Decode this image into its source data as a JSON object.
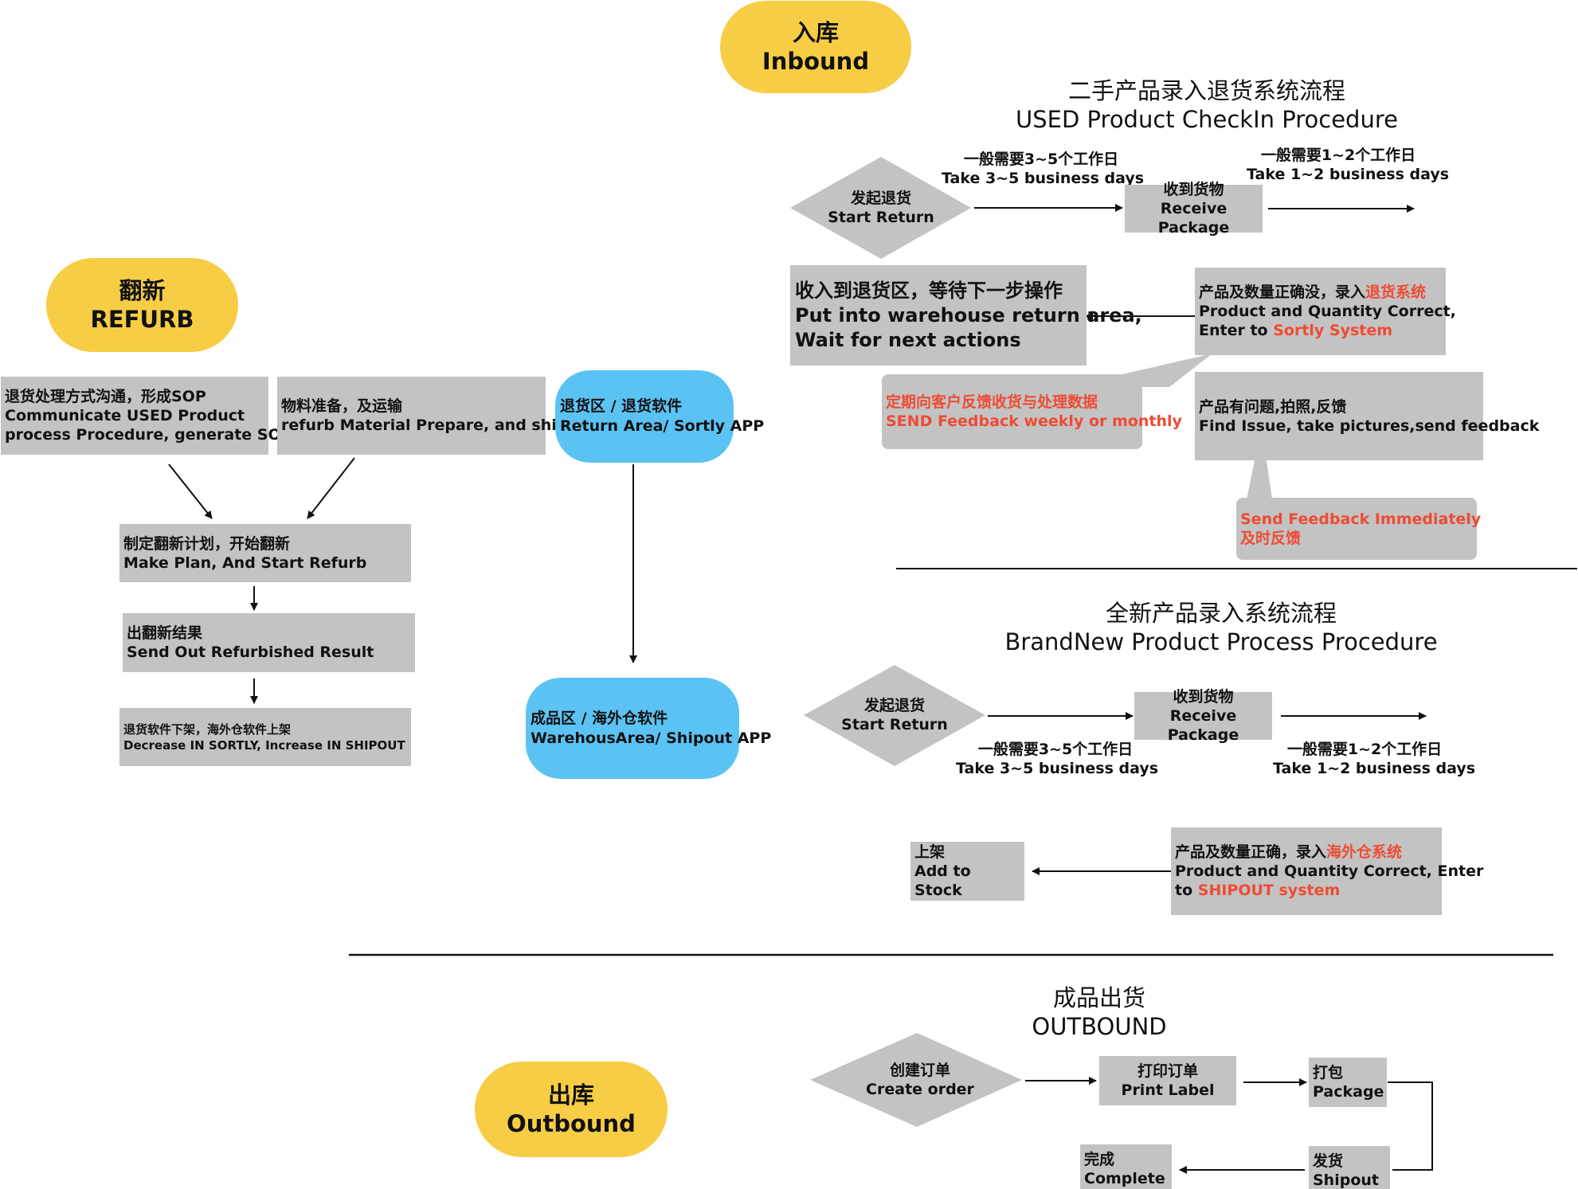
{
  "sections": {
    "inbound": {
      "zh": "入库",
      "en": "Inbound"
    },
    "refurb": {
      "zh": "翻新",
      "en": "REFURB"
    },
    "outbound": {
      "zh": "出库",
      "en": "Outbound"
    }
  },
  "used_flow": {
    "title_zh": "二手产品录入退货系统流程",
    "title_en": "USED Product CheckIn Procedure",
    "start_zh": "发起退货",
    "start_en": "Start  Return",
    "receive_zh": "收到货物",
    "receive_en": "Receive Package",
    "time1_zh": "一般需要3~5个工作日",
    "time1_en": "Take 3~5 business days",
    "time2_zh": "一般需要1~2个工作日",
    "time2_en": "Take 1~2 business days",
    "correct_zh_prefix": "产品及数量正确没，录入",
    "correct_zh_red": "退货系统",
    "correct_en_line1": "Product  and Quantity Correct,",
    "correct_en_prefix": "Enter to ",
    "correct_en_red": "Sortly System",
    "warehouse_zh": "收入到退货区，等待下一步操作",
    "warehouse_en1": "Put into warehouse return area,",
    "warehouse_en2": "Wait for next actions",
    "feedback_periodic_zh": "定期向客户反馈收货与处理数据",
    "feedback_periodic_en": "SEND Feedback weekly or monthly",
    "issue_zh": "产品有问题,拍照,反馈",
    "issue_en": "Find Issue, take pictures,send feedback",
    "feedback_immediate_en": "Send Feedback Immediately",
    "feedback_immediate_zh": "及时反馈"
  },
  "new_flow": {
    "title_zh": "全新产品录入系统流程",
    "title_en": "BrandNew Product Process Procedure",
    "start_zh": "发起退货",
    "start_en": "Start  Return",
    "receive_zh": "收到货物",
    "receive_en": "Receive Package",
    "time1_zh": "一般需要3~5个工作日",
    "time1_en": "Take 3~5 business days",
    "time2_zh": "一般需要1~2个工作日",
    "time2_en": "Take 1~2 business days",
    "correct_zh_prefix": "产品及数量正确，录入",
    "correct_zh_red": "海外仓系统",
    "correct_en_line1": "Product  and Quantity Correct, Enter",
    "correct_en_prefix": "to ",
    "correct_en_red": "SHIPOUT system",
    "stock_zh": "上架",
    "stock_en": "Add to Stock"
  },
  "refurb_flow": {
    "sop_zh": "退货处理方式沟通，形成SOP",
    "sop_en1": "Communicate USED Product",
    "sop_en2": "process Procedure, generate SOP",
    "material_zh": "物料准备，及运输",
    "material_en": "refurb Material Prepare, and ship",
    "plan_zh": "制定翻新计划，开始翻新",
    "plan_en": "Make Plan, And Start Refurb",
    "result_zh": "出翻新结果",
    "result_en": "Send Out Refurbished Result",
    "system_zh": "退货软件下架，海外仓软件上架",
    "system_en": "Decrease IN SORTLY, Increase IN SHIPOUT"
  },
  "areas": {
    "return_zh": "退货区 / 退货软件",
    "return_en": "Return Area/ Sortly APP",
    "warehouse_zh": "成品区 / 海外仓软件",
    "warehouse_en": "WarehousArea/ Shipout APP"
  },
  "outbound_flow": {
    "title_zh": "成品出货",
    "title_en": "OUTBOUND",
    "create_zh": "创建订单",
    "create_en": "Create order",
    "print_zh": "打印订单",
    "print_en": "Print Label",
    "package_zh": "打包",
    "package_en": "Package",
    "ship_zh": "发货",
    "ship_en": "Shipout",
    "complete_zh": "完成",
    "complete_en": "Complete"
  },
  "colors": {
    "section_pill": "#f7cd45",
    "area_pill": "#5bc3f4",
    "step_box": "#c3c3c3",
    "highlight_text": "#ee4b33"
  }
}
